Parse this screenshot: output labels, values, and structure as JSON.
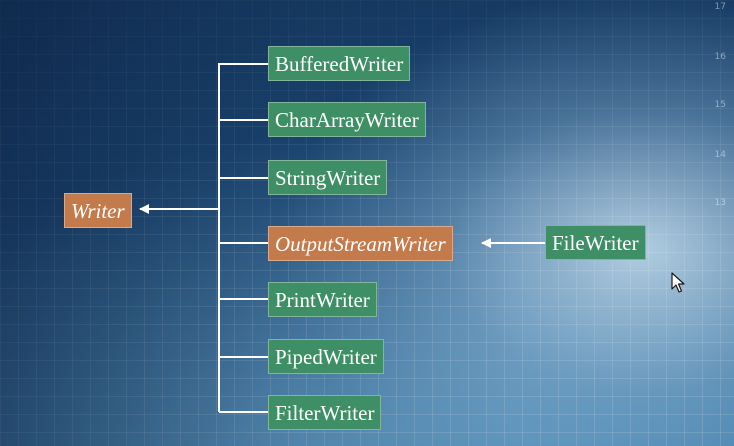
{
  "diagram": {
    "root": {
      "label": "Writer",
      "color": "#c47b4c"
    },
    "children": [
      {
        "label": "BufferedWriter",
        "color": "#3f8f66"
      },
      {
        "label": "CharArrayWriter",
        "color": "#3f8f66"
      },
      {
        "label": "StringWriter",
        "color": "#3f8f66"
      },
      {
        "label": "OutputStreamWriter",
        "color": "#c47b4c"
      },
      {
        "label": "PrintWriter",
        "color": "#3f8f66"
      },
      {
        "label": "PipedWriter",
        "color": "#3f8f66"
      },
      {
        "label": "FilterWriter",
        "color": "#3f8f66"
      }
    ],
    "subclass": {
      "label": "FileWriter",
      "color": "#3f8f66",
      "parent": "OutputStreamWriter"
    }
  },
  "background": {
    "ruler_numbers": [
      "17",
      "16",
      "15",
      "14",
      "13"
    ]
  }
}
